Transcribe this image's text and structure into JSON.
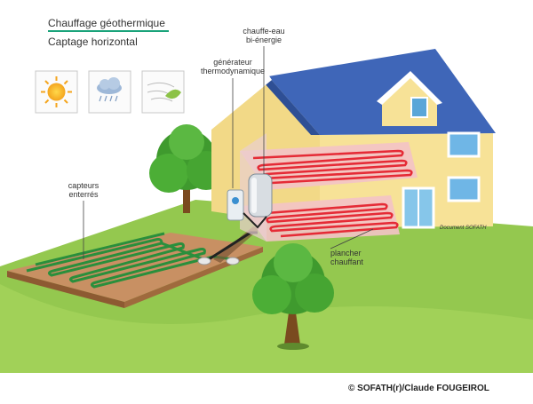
{
  "header": {
    "title": "Chauffage géothermique",
    "subtitle": "Captage horizontal"
  },
  "seasons": [
    {
      "icon": "sun-icon"
    },
    {
      "icon": "rain-cloud-icon"
    },
    {
      "icon": "wind-leaf-icon"
    }
  ],
  "labels": {
    "chauffe_eau_line1": "chauffe-eau",
    "chauffe_eau_line2": "bi-énergie",
    "generateur_line1": "générateur",
    "generateur_line2": "thermodynamique",
    "capteurs_line1": "capteurs",
    "capteurs_line2": "enterrés",
    "plancher_line1": "plancher",
    "plancher_line2": "chauffant",
    "document": "Document SOFATH"
  },
  "footer": {
    "copyright": "© SOFATH(r)/Claude FOUGEIROL"
  },
  "colors": {
    "accent_line": "#1aa37a",
    "roof": "#3f66b8",
    "wall": "#f5dd86",
    "grass": "#8cc247",
    "soil": "#b57e4b",
    "pipe": "#e52b36",
    "ground_pipe": "#2a8f3c",
    "floor_pink": "#f3c3c6"
  }
}
